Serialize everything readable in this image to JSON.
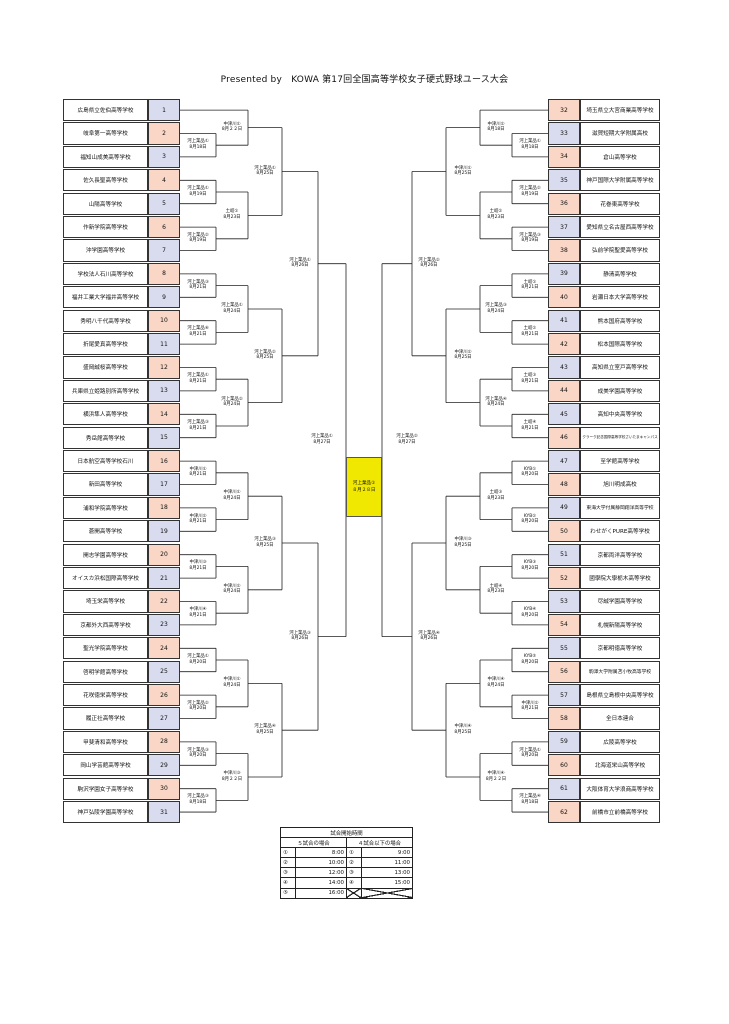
{
  "title": "Presented by　KOWA 第17回全国高等学校女子硬式野球ユース大会",
  "colors": {
    "blue": "#d9dcee",
    "pink": "#f9d6c5",
    "final": "#f0e800"
  },
  "teams_left": [
    {
      "no": "1",
      "name": "広島県立佐伯高等学校",
      "color": "blue"
    },
    {
      "no": "2",
      "name": "岐阜第一高等学校",
      "color": "pink"
    },
    {
      "no": "3",
      "name": "福知山成美高等学校",
      "color": "blue"
    },
    {
      "no": "4",
      "name": "佐久長聖高等学校",
      "color": "pink"
    },
    {
      "no": "5",
      "name": "山陽高等学校",
      "color": "blue"
    },
    {
      "no": "6",
      "name": "作新学院高等学校",
      "color": "pink"
    },
    {
      "no": "7",
      "name": "沖学園高等学校",
      "color": "blue"
    },
    {
      "no": "8",
      "name": "学校法人石川高等学校",
      "color": "pink"
    },
    {
      "no": "9",
      "name": "福井工業大学福井高等学校",
      "color": "blue"
    },
    {
      "no": "10",
      "name": "秀明八千代高等学校",
      "color": "pink"
    },
    {
      "no": "11",
      "name": "折尾愛真高等学校",
      "color": "blue"
    },
    {
      "no": "12",
      "name": "盛岡誠桜高等学校",
      "color": "pink"
    },
    {
      "no": "13",
      "name": "兵庫県立姫路別所高等学校",
      "color": "blue"
    },
    {
      "no": "14",
      "name": "横浜隼人高等学校",
      "color": "pink"
    },
    {
      "no": "15",
      "name": "秀岳館高等学校",
      "color": "blue"
    },
    {
      "no": "16",
      "name": "日本航空高等学校石川",
      "color": "pink"
    },
    {
      "no": "17",
      "name": "新田高等学校",
      "color": "blue"
    },
    {
      "no": "18",
      "name": "浦和学院高等学校",
      "color": "pink"
    },
    {
      "no": "19",
      "name": "蒼開高等学校",
      "color": "blue"
    },
    {
      "no": "20",
      "name": "開志学園高等学校",
      "color": "pink"
    },
    {
      "no": "21",
      "name": "オイスカ浜松国際高等学校",
      "color": "blue"
    },
    {
      "no": "22",
      "name": "埼玉栄高等学校",
      "color": "pink"
    },
    {
      "no": "23",
      "name": "京都外大西高等学校",
      "color": "blue"
    },
    {
      "no": "24",
      "name": "聖光学院高等学校",
      "color": "pink"
    },
    {
      "no": "25",
      "name": "啓明学館高等学校",
      "color": "blue"
    },
    {
      "no": "26",
      "name": "花咲徳栄高等学校",
      "color": "pink"
    },
    {
      "no": "27",
      "name": "履正社高等学校",
      "color": "blue"
    },
    {
      "no": "28",
      "name": "甲斐清和高等学校",
      "color": "pink"
    },
    {
      "no": "29",
      "name": "岡山学芸館高等学校",
      "color": "blue"
    },
    {
      "no": "30",
      "name": "駒沢学園女子高等学校",
      "color": "pink"
    },
    {
      "no": "31",
      "name": "神戸弘陵学園高等学校",
      "color": "blue"
    }
  ],
  "teams_right": [
    {
      "no": "32",
      "name": "埼玉県立大宮商業高等学校",
      "color": "pink"
    },
    {
      "no": "33",
      "name": "滋賀短期大学附属高校",
      "color": "blue"
    },
    {
      "no": "34",
      "name": "倉山高等学校",
      "color": "pink"
    },
    {
      "no": "35",
      "name": "神戸国際大学附属高等学校",
      "color": "blue"
    },
    {
      "no": "36",
      "name": "花巻東高等学校",
      "color": "pink"
    },
    {
      "no": "37",
      "name": "愛知県立名古屋西高等学校",
      "color": "blue"
    },
    {
      "no": "38",
      "name": "弘前学院聖愛高等学校",
      "color": "pink"
    },
    {
      "no": "39",
      "name": "静清高等学校",
      "color": "blue"
    },
    {
      "no": "40",
      "name": "岩瀬日本大学高等学校",
      "color": "pink"
    },
    {
      "no": "41",
      "name": "熊本国府高等学校",
      "color": "blue"
    },
    {
      "no": "42",
      "name": "松本国際高等学校",
      "color": "pink"
    },
    {
      "no": "43",
      "name": "高知県立室戸高等学校",
      "color": "blue"
    },
    {
      "no": "44",
      "name": "成美学園高等学校",
      "color": "pink"
    },
    {
      "no": "45",
      "name": "高知中央高等学校",
      "color": "blue"
    },
    {
      "no": "46",
      "name": "クラーク記念国際高等学校さいたまキャンパス",
      "color": "pink"
    },
    {
      "no": "47",
      "name": "至学館高等学校",
      "color": "blue"
    },
    {
      "no": "48",
      "name": "旭川明成高校",
      "color": "pink"
    },
    {
      "no": "49",
      "name": "東海大学付属静岡翔洋高等学校",
      "color": "blue"
    },
    {
      "no": "50",
      "name": "わせがくPURE高等学校",
      "color": "pink"
    },
    {
      "no": "51",
      "name": "京都両洋高等学校",
      "color": "blue"
    },
    {
      "no": "52",
      "name": "國學院大學栃木高等学校",
      "color": "pink"
    },
    {
      "no": "53",
      "name": "尽誠学園高等学校",
      "color": "blue"
    },
    {
      "no": "54",
      "name": "札幌新陽高等学校",
      "color": "pink"
    },
    {
      "no": "55",
      "name": "京都明徳高等学校",
      "color": "blue"
    },
    {
      "no": "56",
      "name": "駒澤大学附属苫小牧高等学校",
      "color": "pink"
    },
    {
      "no": "57",
      "name": "島根県立島根中央高等学校",
      "color": "blue"
    },
    {
      "no": "58",
      "name": "全日本連合",
      "color": "pink"
    },
    {
      "no": "59",
      "name": "広陵高等学校",
      "color": "blue"
    },
    {
      "no": "60",
      "name": "北海道栄山高等学校",
      "color": "pink"
    },
    {
      "no": "61",
      "name": "大阪体育大学浪商高等学校",
      "color": "blue"
    },
    {
      "no": "62",
      "name": "前橋市立前橋高等学校",
      "color": "pink"
    }
  ],
  "left_r1": [
    {
      "venue": "河上業品①",
      "date": "8月18日"
    },
    {
      "venue": "河上業品①",
      "date": "8月19日"
    },
    {
      "venue": "河上業品②",
      "date": "8月19日"
    },
    {
      "venue": "河上業品③",
      "date": "8月21日"
    },
    {
      "venue": "河上業品⑥",
      "date": "8月21日"
    },
    {
      "venue": "河上業品①",
      "date": "8月21日"
    },
    {
      "venue": "河上業品③",
      "date": "8月21日"
    },
    {
      "venue": "中津川①",
      "date": "8月21日"
    },
    {
      "venue": "中津川②",
      "date": "8月21日"
    },
    {
      "venue": "中津川③",
      "date": "8月21日"
    },
    {
      "venue": "中津川④",
      "date": "8月21日"
    },
    {
      "venue": "河上業品①",
      "date": "8月20日"
    },
    {
      "venue": "河上業品②",
      "date": "8月20日"
    },
    {
      "venue": "河上業品③",
      "date": "8月20日"
    },
    {
      "venue": "河上業品③",
      "date": "8月18日"
    }
  ],
  "left_r2": [
    {
      "venue": "中津川①",
      "date": "8月２２日"
    },
    {
      "venue": "土岐①",
      "date": "8月23日"
    },
    {
      "venue": "河上業品①",
      "date": "8月24日"
    },
    {
      "venue": "河上業品②",
      "date": "8月24日"
    },
    {
      "venue": "中津川①",
      "date": "8月24日"
    },
    {
      "venue": "中津川②",
      "date": "8月24日"
    },
    {
      "venue": "中津川①",
      "date": "8月24日"
    },
    {
      "venue": "中津川③",
      "date": "8月２２日"
    }
  ],
  "left_r3": [
    {
      "venue": "河上業品①",
      "date": "8月25日"
    },
    {
      "venue": "河上業品②",
      "date": "8月25日"
    },
    {
      "venue": "河上業品③",
      "date": "8月25日"
    },
    {
      "venue": "河上業品④",
      "date": "8月25日"
    }
  ],
  "left_r4": [
    {
      "venue": "河上業品①",
      "date": "8月26日"
    },
    {
      "venue": "河上業品③",
      "date": "8月26日"
    }
  ],
  "left_semi": {
    "venue": "河上業品①",
    "date": "8月27日"
  },
  "right_r1": [
    {
      "venue": "河上業品①",
      "date": "8月18日"
    },
    {
      "venue": "河上業品②",
      "date": "8月19日"
    },
    {
      "venue": "河上業品③",
      "date": "8月19日"
    },
    {
      "venue": "土岐①",
      "date": "8月21日"
    },
    {
      "venue": "土岐②",
      "date": "8月21日"
    },
    {
      "venue": "土岐③",
      "date": "8月21日"
    },
    {
      "venue": "土岐④",
      "date": "8月21日"
    },
    {
      "venue": "KYB①",
      "date": "8月20日"
    },
    {
      "venue": "KYB②",
      "date": "8月20日"
    },
    {
      "venue": "KYB③",
      "date": "8月20日"
    },
    {
      "venue": "KYB④",
      "date": "8月20日"
    },
    {
      "venue": "KYB⑤",
      "date": "8月20日"
    },
    {
      "venue": "中津川②",
      "date": "8月21日"
    },
    {
      "venue": "河上業品①",
      "date": "8月20日"
    },
    {
      "venue": "河上業品④",
      "date": "8月18日"
    }
  ],
  "right_r2": [
    {
      "venue": "中津川②",
      "date": "8月18日"
    },
    {
      "venue": "土岐②",
      "date": "8月23日"
    },
    {
      "venue": "河上業品③",
      "date": "8月24日"
    },
    {
      "venue": "河上業品④",
      "date": "8月24日"
    },
    {
      "venue": "土岐③",
      "date": "8月23日"
    },
    {
      "venue": "土岐④",
      "date": "8月23日"
    },
    {
      "venue": "中津川④",
      "date": "8月24日"
    },
    {
      "venue": "中津川④",
      "date": "8月２２日"
    }
  ],
  "right_r3": [
    {
      "venue": "中津川①",
      "date": "8月25日"
    },
    {
      "venue": "中津川②",
      "date": "8月25日"
    },
    {
      "venue": "中津川③",
      "date": "8月25日"
    },
    {
      "venue": "中津川④",
      "date": "8月25日"
    }
  ],
  "right_r4": [
    {
      "venue": "河上業品②",
      "date": "8月26日"
    },
    {
      "venue": "河上業品④",
      "date": "8月26日"
    }
  ],
  "right_semi": {
    "venue": "河上業品②",
    "date": "8月27日"
  },
  "final": {
    "venue": "河上業品①",
    "date": "８月２８日"
  },
  "schedule": {
    "title": "試合開始時間",
    "col1": "５試合の場合",
    "col2": "４試合以下の場合",
    "rows": [
      {
        "n": "①",
        "t5": "8:00",
        "n4": "①",
        "t4": "9:00"
      },
      {
        "n": "②",
        "t5": "10:00",
        "n4": "②",
        "t4": "11:00"
      },
      {
        "n": "③",
        "t5": "12:00",
        "n4": "③",
        "t4": "13:00"
      },
      {
        "n": "④",
        "t5": "14:00",
        "n4": "④",
        "t4": "15:00"
      },
      {
        "n": "⑤",
        "t5": "16:00",
        "n4": "",
        "t4": ""
      }
    ]
  }
}
